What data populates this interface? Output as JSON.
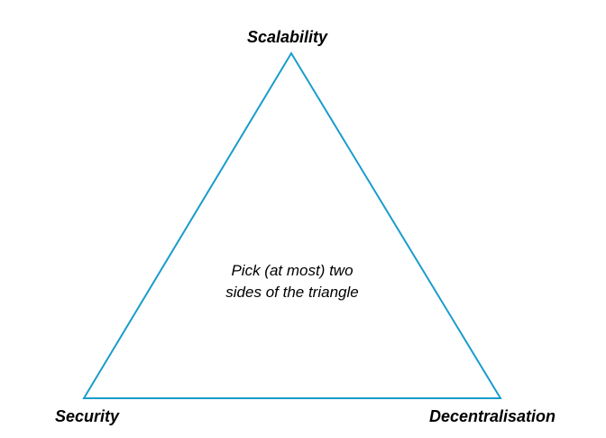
{
  "diagram": {
    "type": "triangle",
    "stroke_color": "#1a9ccc",
    "vertices": {
      "top": "Scalability",
      "bottom_left": "Security",
      "bottom_right": "Decentralisation"
    },
    "center_text": {
      "line1": "Pick (at most) two",
      "line2": "sides of the triangle"
    }
  }
}
